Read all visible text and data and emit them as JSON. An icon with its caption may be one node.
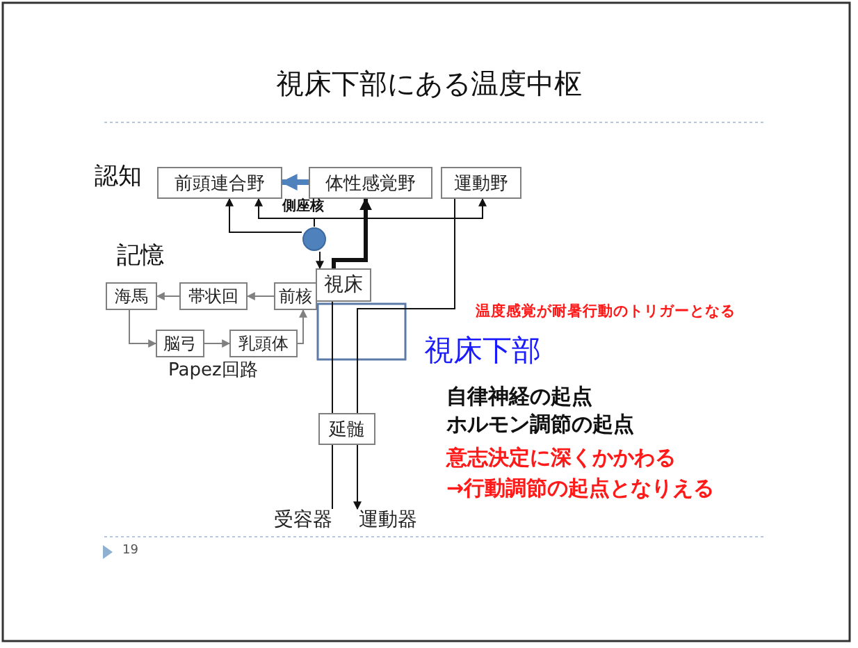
{
  "diagram": {
    "title": "視床下部にある温度中枢",
    "nodes": [
      {
        "text": [
          "前頭連合野"
        ]
      },
      {
        "text": [
          "体性感覚野"
        ]
      },
      {
        "text": [
          "運動野"
        ]
      },
      {
        "text": [],
        "shape": "circle"
      },
      {
        "text": [
          "視床"
        ]
      },
      {
        "text": [
          "前核"
        ]
      },
      {
        "text": [
          "帯状回"
        ]
      },
      {
        "text": [
          "海馬"
        ]
      },
      {
        "text": [
          "脳弓"
        ]
      },
      {
        "text": [
          "乳頭体"
        ]
      },
      {
        "text": [
          "延髄"
        ]
      },
      {
        "text": [
          "受容器"
        ]
      },
      {
        "text": [
          "運動器"
        ]
      }
    ],
    "edges": [
      {
        "from": 1,
        "to": 0,
        "arrow": "to",
        "style": "thick",
        "color": "#4f81bd"
      },
      {
        "from": 3,
        "to": 0,
        "arrow": "to"
      },
      {
        "from": 3,
        "to": 0,
        "arrow": "to"
      },
      {
        "from": 3,
        "to": 2,
        "arrow": "to"
      },
      {
        "from": 3,
        "to": 4,
        "arrow": "to"
      },
      {
        "from": 4,
        "to": 1,
        "arrow": "to",
        "style": "thick"
      },
      {
        "from": 5,
        "to": 6,
        "arrow": "to",
        "color": "#808080"
      },
      {
        "from": 6,
        "to": 7,
        "arrow": "to",
        "color": "#808080"
      },
      {
        "from": 7,
        "to": 8,
        "arrow": "to",
        "color": "#808080"
      },
      {
        "from": 8,
        "to": 9,
        "arrow": "to",
        "color": "#808080"
      },
      {
        "from": 9,
        "to": 5,
        "arrow": "to",
        "color": "#808080"
      },
      {
        "from": 2,
        "to": 10,
        "arrow": "none"
      },
      {
        "from": 10,
        "to": 12,
        "arrow": "to"
      },
      {
        "from": 4,
        "to": 10,
        "arrow": "none"
      },
      {
        "from": 10,
        "to": 11,
        "arrow": "none"
      }
    ],
    "labels": [
      "認知",
      "側座核",
      "記憶",
      "Papez回路",
      "温度感覚が耐暑行動のトリガーとなる",
      "視床下部",
      "自律神経の起点",
      "ホルモン調節の起点",
      "意志決定に深くかかわる",
      "→行動調節の起点となりえる",
      "19"
    ]
  }
}
